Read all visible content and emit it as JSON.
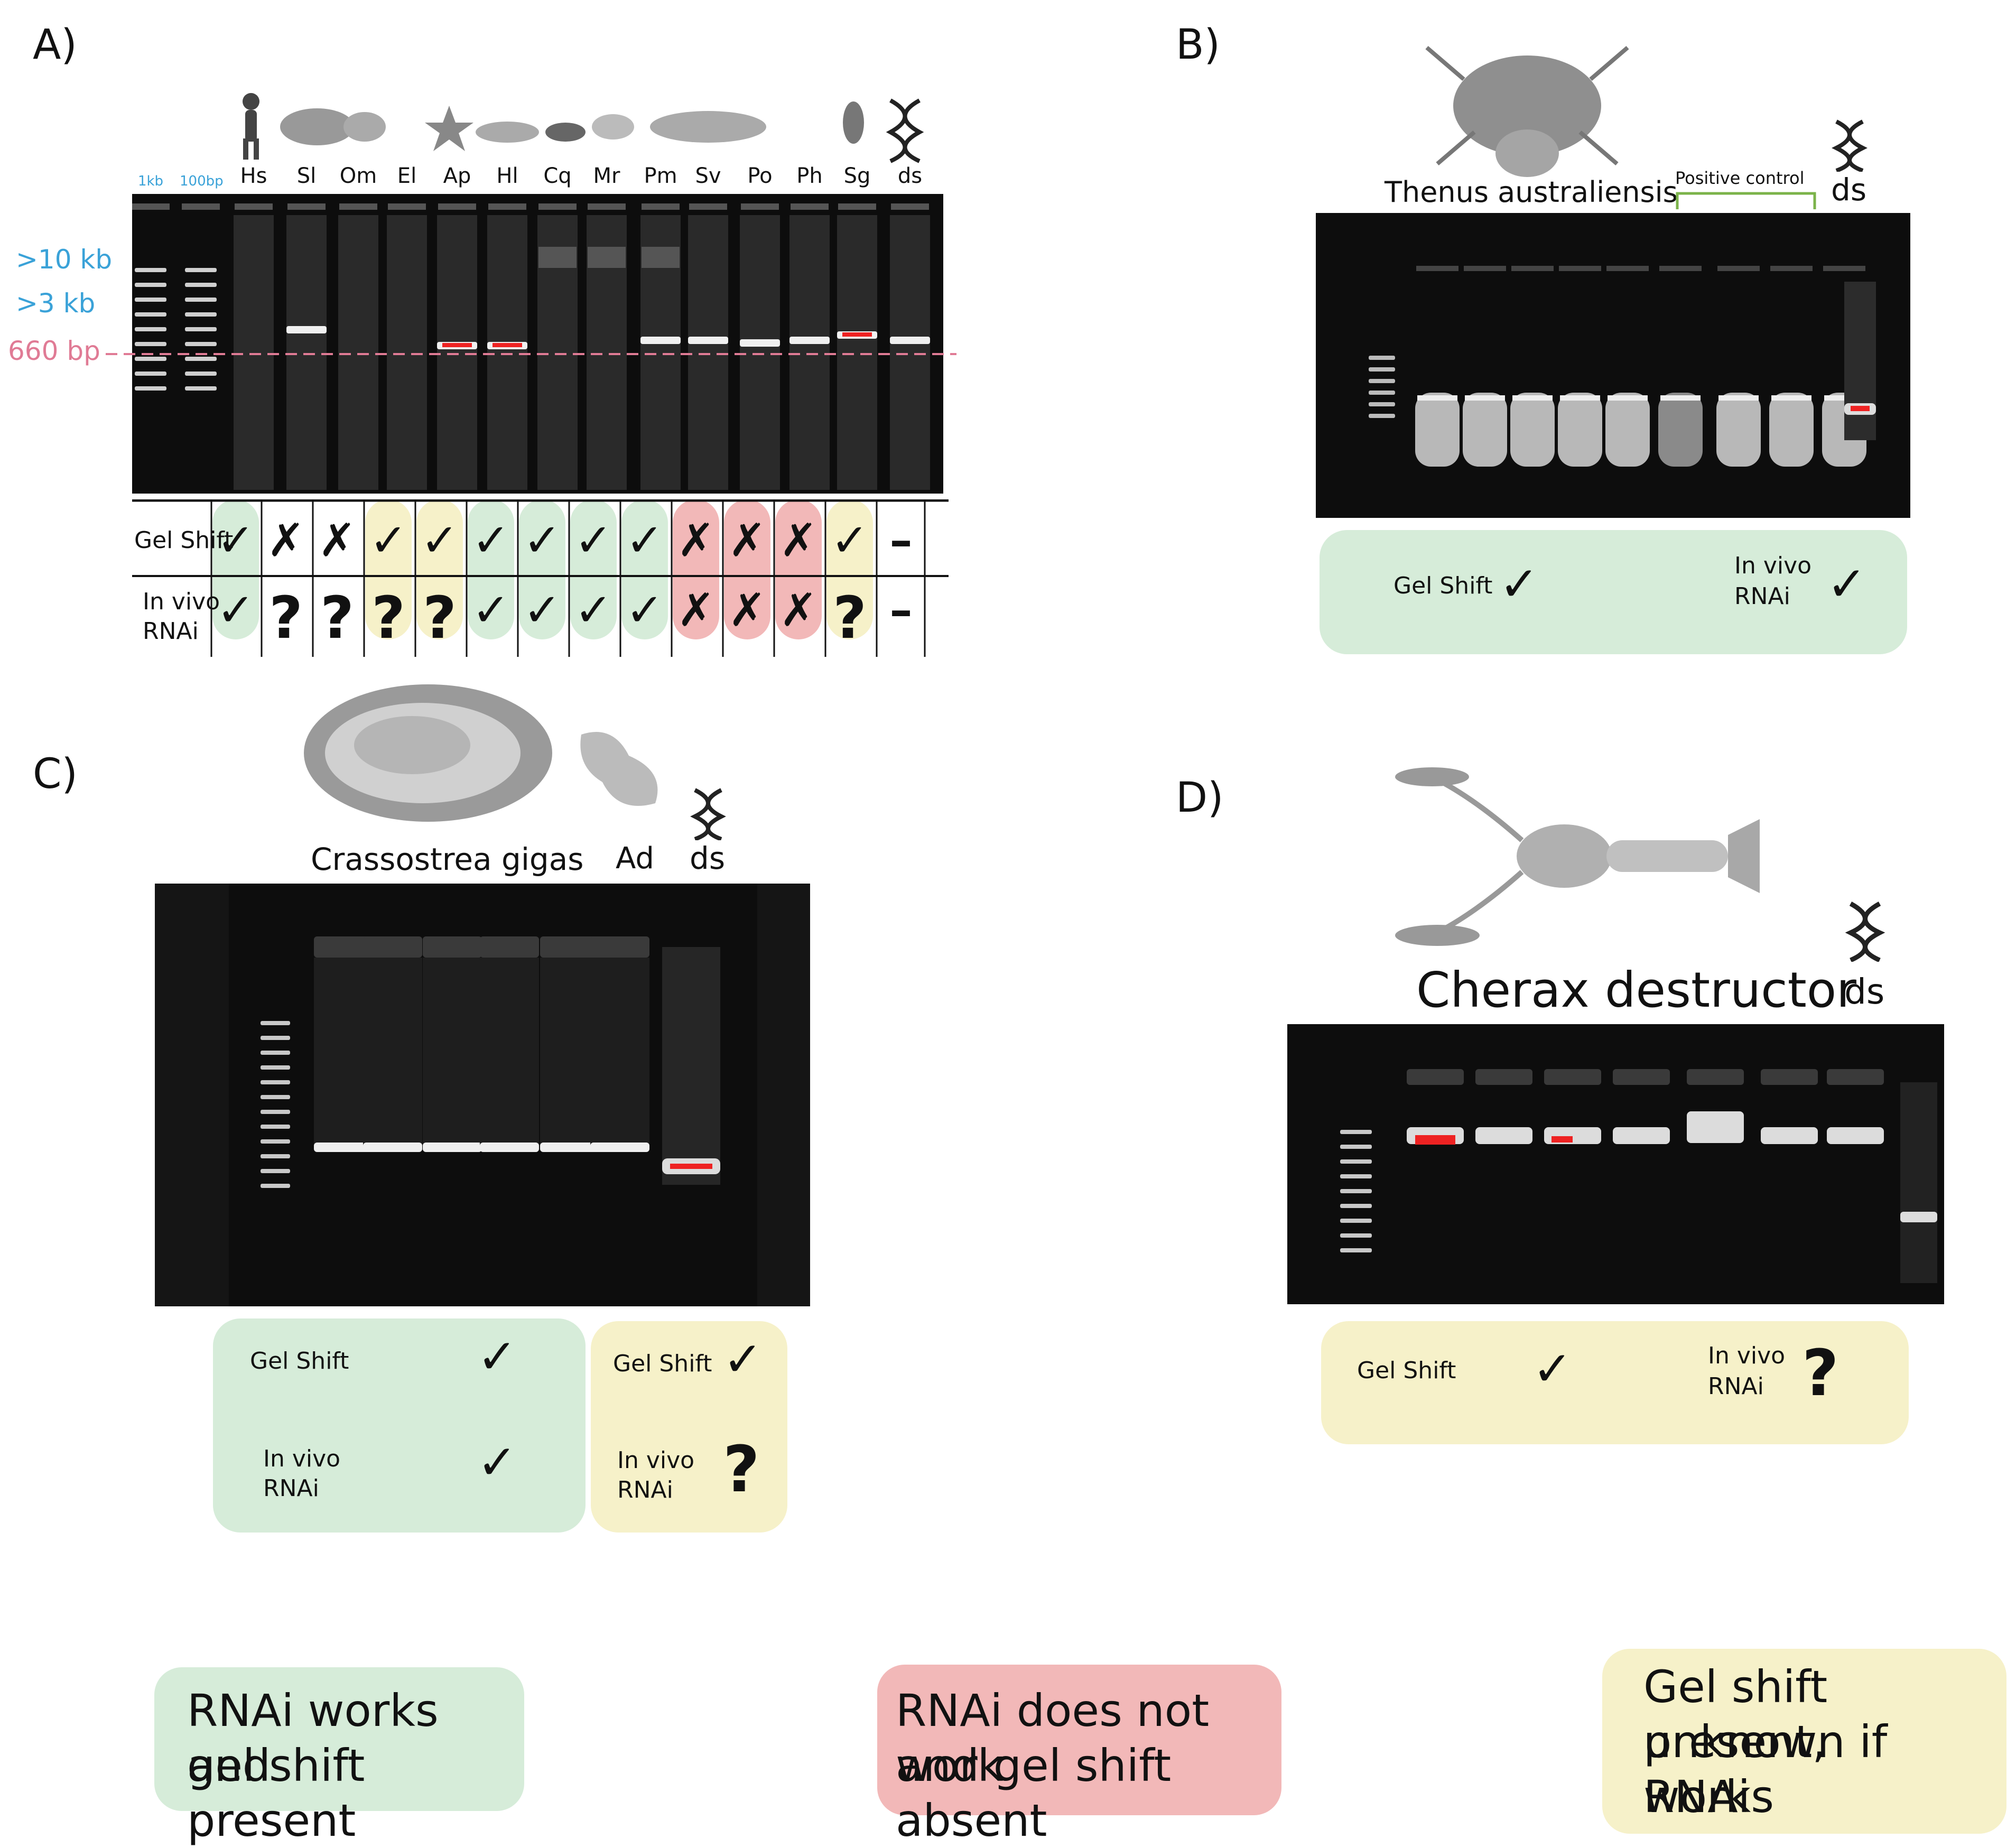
{
  "panels": {
    "a": {
      "label": "A)",
      "lanes": [
        "1kb",
        "100bp",
        "Hs",
        "Sl",
        "Om",
        "El",
        "Ap",
        "Hl",
        "Cq",
        "Mr",
        "Pm",
        "Sv",
        "Po",
        "Ph",
        "Sg",
        "ds"
      ],
      "markers": {
        "m1": ">10 kb",
        "m2": ">3 kb",
        "m3": "660 bp"
      },
      "row_gel_shift": "Gel Shift",
      "row_in_vivo_line1": "In vivo",
      "row_in_vivo_line2": "RNAi",
      "gel_shift_marks": [
        "✓",
        "✗",
        "✗",
        "✓",
        "✓",
        "✓",
        "✓",
        "✓",
        "✓",
        "✗",
        "✗",
        "✗",
        "✓",
        "–"
      ],
      "in_vivo_marks": [
        "✓",
        "?",
        "?",
        "?",
        "?",
        "✓",
        "✓",
        "✓",
        "✓",
        "✗",
        "✗",
        "✗",
        "?",
        "–"
      ],
      "colors": [
        "green",
        "none",
        "none",
        "yellow",
        "yellow",
        "green",
        "green",
        "green",
        "green",
        "red",
        "red",
        "red",
        "yellow",
        "none"
      ]
    },
    "b": {
      "label": "B)",
      "species": "Thenus australiensis",
      "positive_control": "Positive control",
      "ds": "ds",
      "gel_shift": "Gel Shift",
      "gel_mark": "✓",
      "in_vivo_line1": "In vivo",
      "in_vivo_line2": "RNAi",
      "in_vivo_mark": "✓"
    },
    "c": {
      "label": "C)",
      "species": "Crassostrea gigas",
      "ad": "Ad",
      "ds": "ds",
      "left_gel_shift": "Gel Shift",
      "left_gel_mark": "✓",
      "left_in_vivo_line1": "In vivo",
      "left_in_vivo_line2": "RNAi",
      "left_in_vivo_mark": "✓",
      "right_gel_shift": "Gel Shift",
      "right_gel_mark": "✓",
      "right_in_vivo_line1": "In vivo",
      "right_in_vivo_line2": "RNAi",
      "right_in_vivo_mark": "?"
    },
    "d": {
      "label": "D)",
      "species": "Cherax destructor",
      "ds": "ds",
      "gel_shift": "Gel Shift",
      "gel_mark": "✓",
      "in_vivo_line1": "In vivo",
      "in_vivo_line2": "RNAi",
      "in_vivo_mark": "?"
    }
  },
  "legend": {
    "green_line1": "RNAi works and",
    "green_line2": "gel shift present",
    "red_line1": "RNAi does not work",
    "red_line2": "and gel shift absent",
    "yellow_line1": "Gel shift present,",
    "yellow_line2": "unknown if RNAi",
    "yellow_line3": "works"
  },
  "colors": {
    "green": "#d6ecd9",
    "red": "#f2b8b8",
    "yellow": "#f6f1c9",
    "marker_blue": "#3aa2d8",
    "marker_pink": "#e07b95"
  }
}
